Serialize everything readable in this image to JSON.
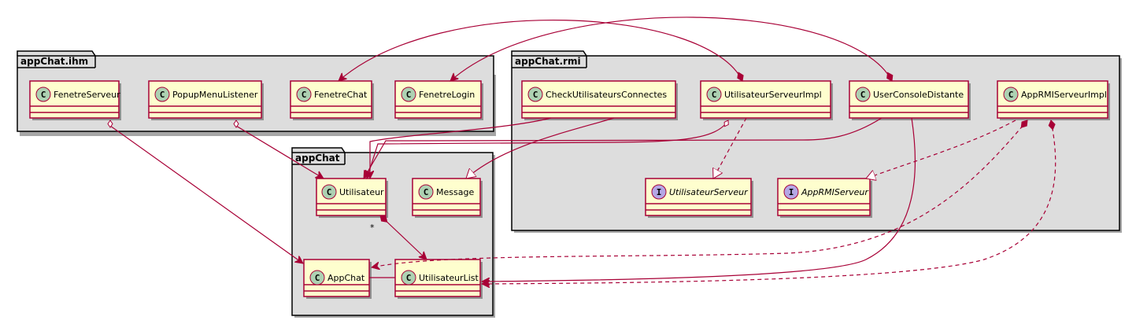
{
  "packages": {
    "ihm": "appChat.ihm",
    "rmi": "appChat.rmi",
    "core": "appChat"
  },
  "classes": {
    "fenetre_serveur": "FenetreServeur",
    "popup_menu_listener": "PopupMenuListener",
    "fenetre_chat": "FenetreChat",
    "fenetre_login": "FenetreLogin",
    "check_utilisateurs_connectes": "CheckUtilisateursConnectes",
    "utilisateur_serveur_impl": "UtilisateurServeurImpl",
    "user_console_distante": "UserConsoleDistante",
    "app_rmi_serveur_impl": "AppRMIServeurImpl",
    "utilisateur": "Utilisateur",
    "message": "Message",
    "app_chat": "AppChat",
    "utilisateur_list": "UtilisateurList"
  },
  "interfaces": {
    "utilisateur_serveur": "UtilisateurServeur",
    "app_rmi_serveur": "AppRMIServeur"
  },
  "stereotype_glyphs": {
    "class": "C",
    "interface": "I"
  },
  "multiplicities": {
    "utilisateur_to_list": "*"
  },
  "colors": {
    "package_fill": "#dddddd",
    "class_fill": "#fefece",
    "border": "#a80036",
    "class_glyph_fill": "#add1b2",
    "interface_glyph_fill": "#b4a7e5",
    "edge": "#a80036",
    "package_border": "#000000"
  }
}
